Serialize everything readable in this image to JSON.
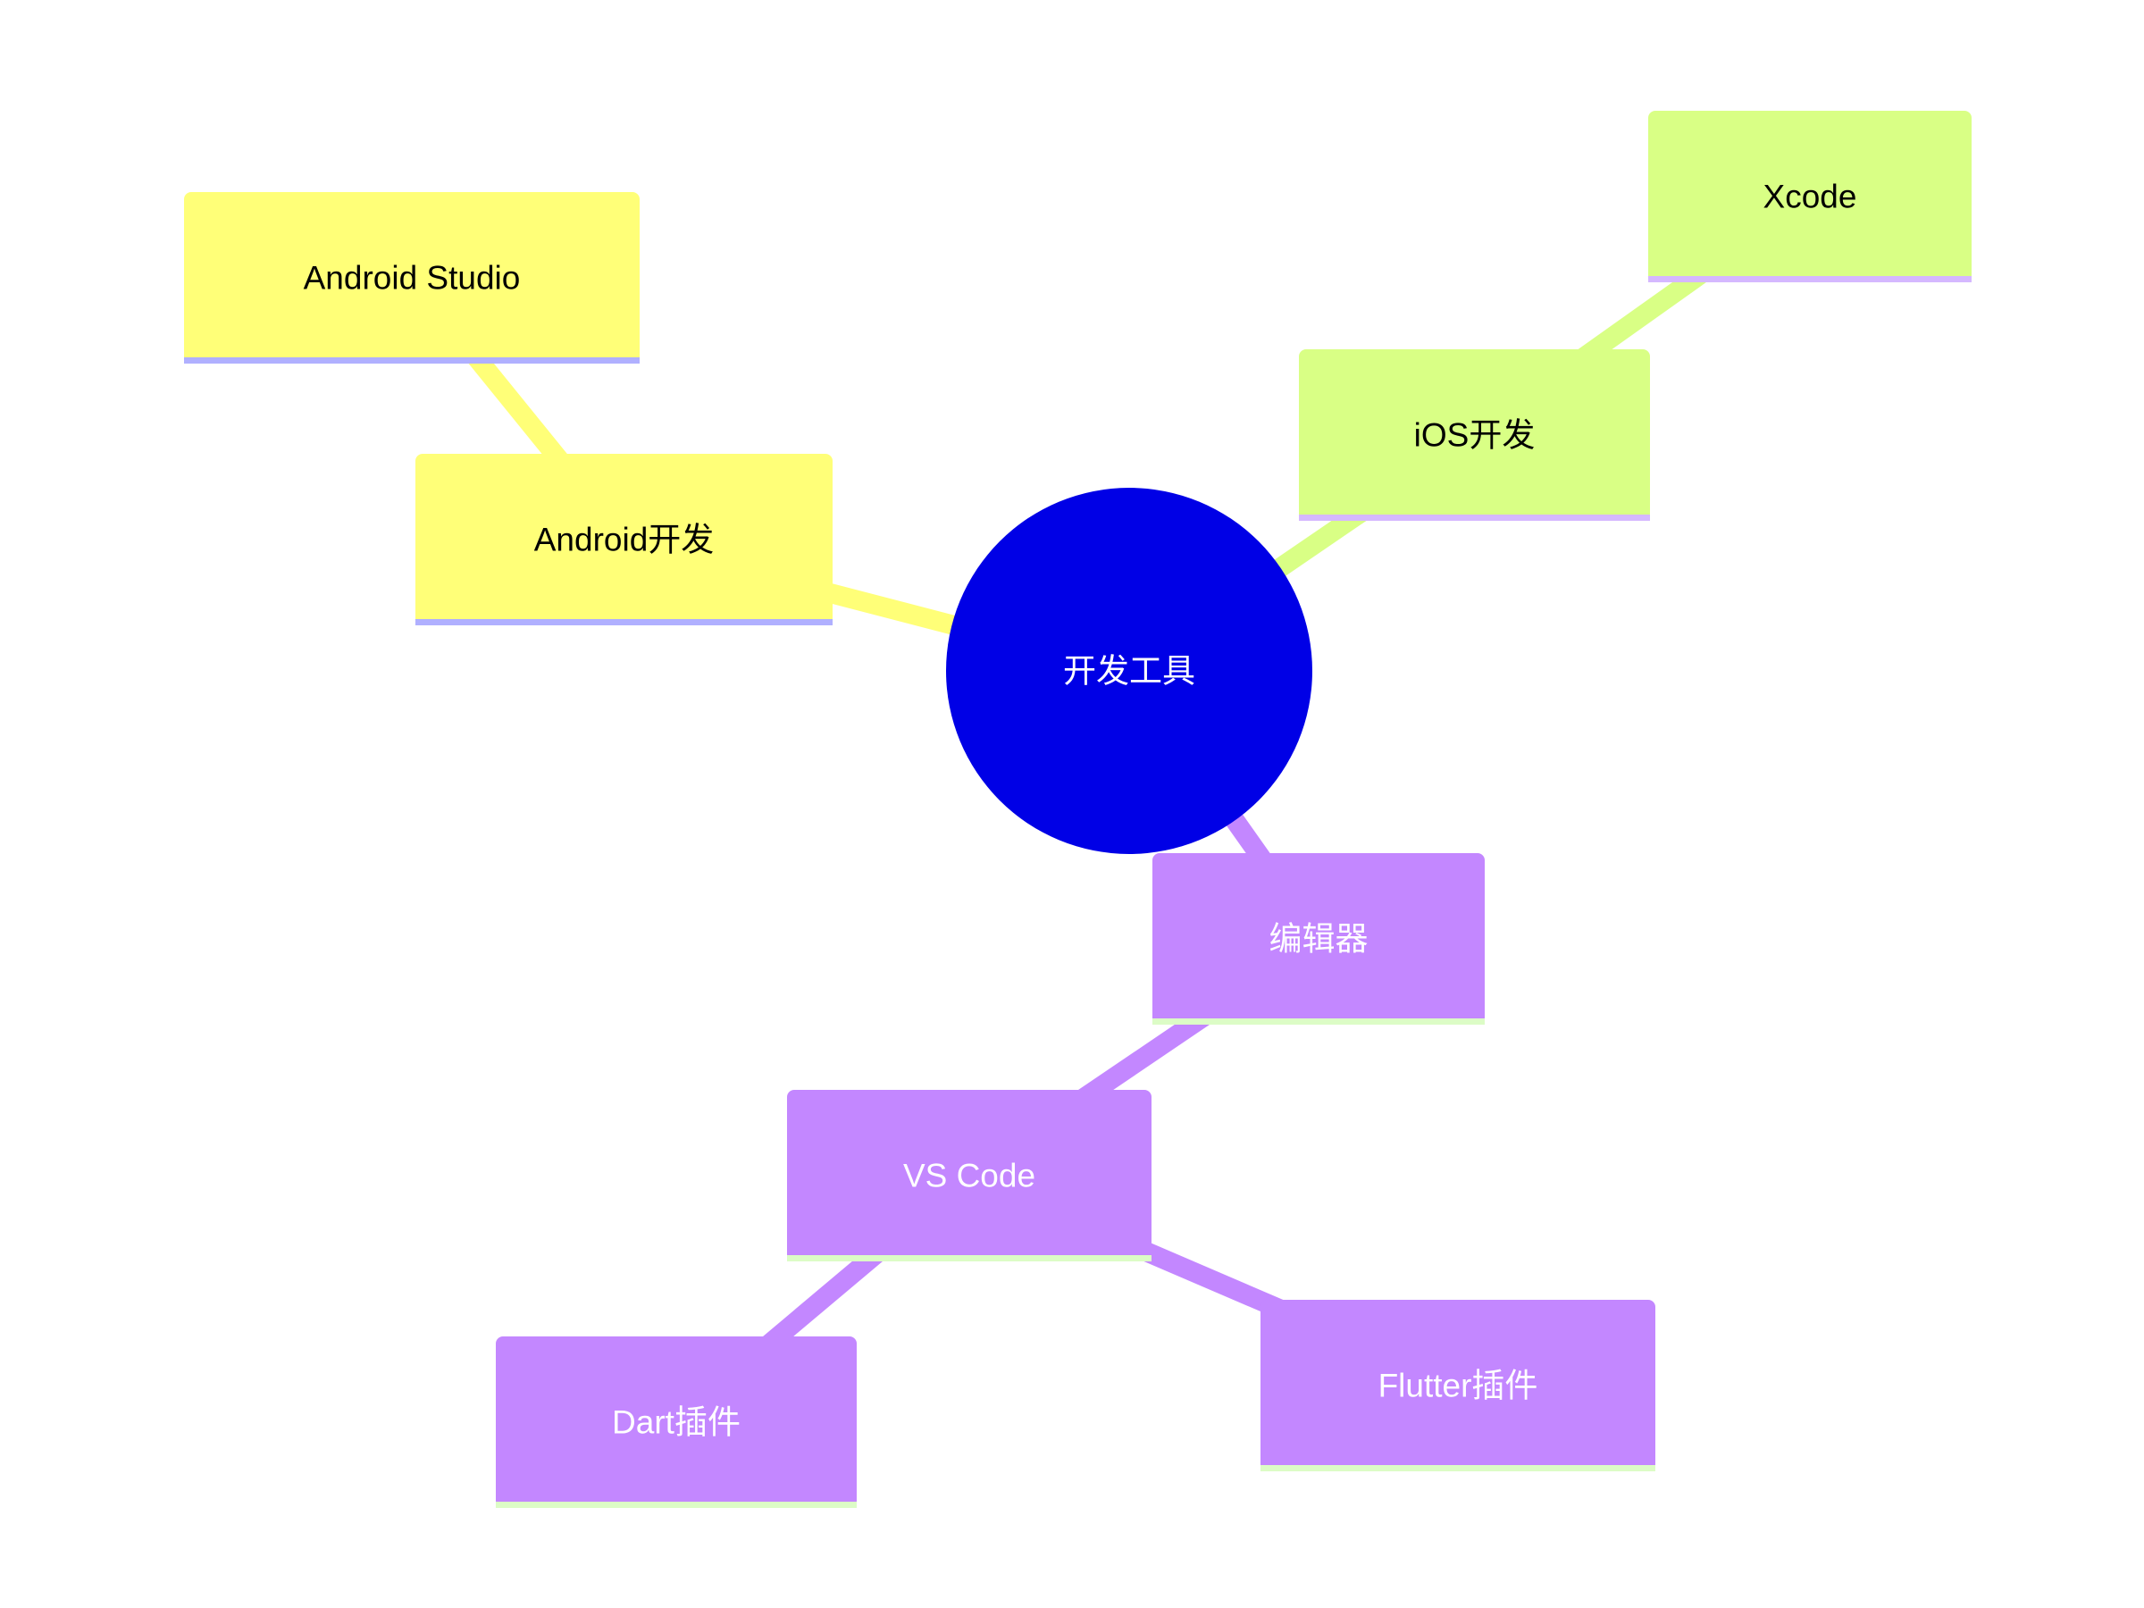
{
  "diagram": {
    "type": "mindmap",
    "root": {
      "id": "root",
      "label": "开发工具",
      "shape": "circle",
      "fill": "#0000e6",
      "text_color": "#ffffff"
    },
    "nodes": [
      {
        "id": "android",
        "label": "Android开发",
        "parent": "root",
        "fill": "#ffff78",
        "underline": "#b0b0ff",
        "text_color": "#000000",
        "edge_color": "#ffff78"
      },
      {
        "id": "android-studio",
        "label": "Android Studio",
        "parent": "android",
        "fill": "#ffff78",
        "underline": "#b0b0ff",
        "text_color": "#000000",
        "edge_color": "#ffff78"
      },
      {
        "id": "ios",
        "label": "iOS开发",
        "parent": "root",
        "fill": "#d9ff85",
        "underline": "#d5b8ff",
        "text_color": "#000000",
        "edge_color": "#d9ff85"
      },
      {
        "id": "xcode",
        "label": "Xcode",
        "parent": "ios",
        "fill": "#d9ff85",
        "underline": "#d5b8ff",
        "text_color": "#000000",
        "edge_color": "#d9ff85"
      },
      {
        "id": "editor",
        "label": "编辑器",
        "parent": "root",
        "fill": "#c387ff",
        "underline": "#dcfcc6",
        "text_color": "#ffffff",
        "edge_color": "#c387ff"
      },
      {
        "id": "vscode",
        "label": "VS Code",
        "parent": "editor",
        "fill": "#c387ff",
        "underline": "#dcfcc6",
        "text_color": "#ffffff",
        "edge_color": "#c387ff"
      },
      {
        "id": "dart",
        "label": "Dart插件",
        "parent": "vscode",
        "fill": "#c387ff",
        "underline": "#dcfcc6",
        "text_color": "#ffffff",
        "edge_color": "#c387ff"
      },
      {
        "id": "flutter",
        "label": "Flutter插件",
        "parent": "vscode",
        "fill": "#c387ff",
        "underline": "#dcfcc6",
        "text_color": "#ffffff",
        "edge_color": "#c387ff"
      }
    ]
  }
}
